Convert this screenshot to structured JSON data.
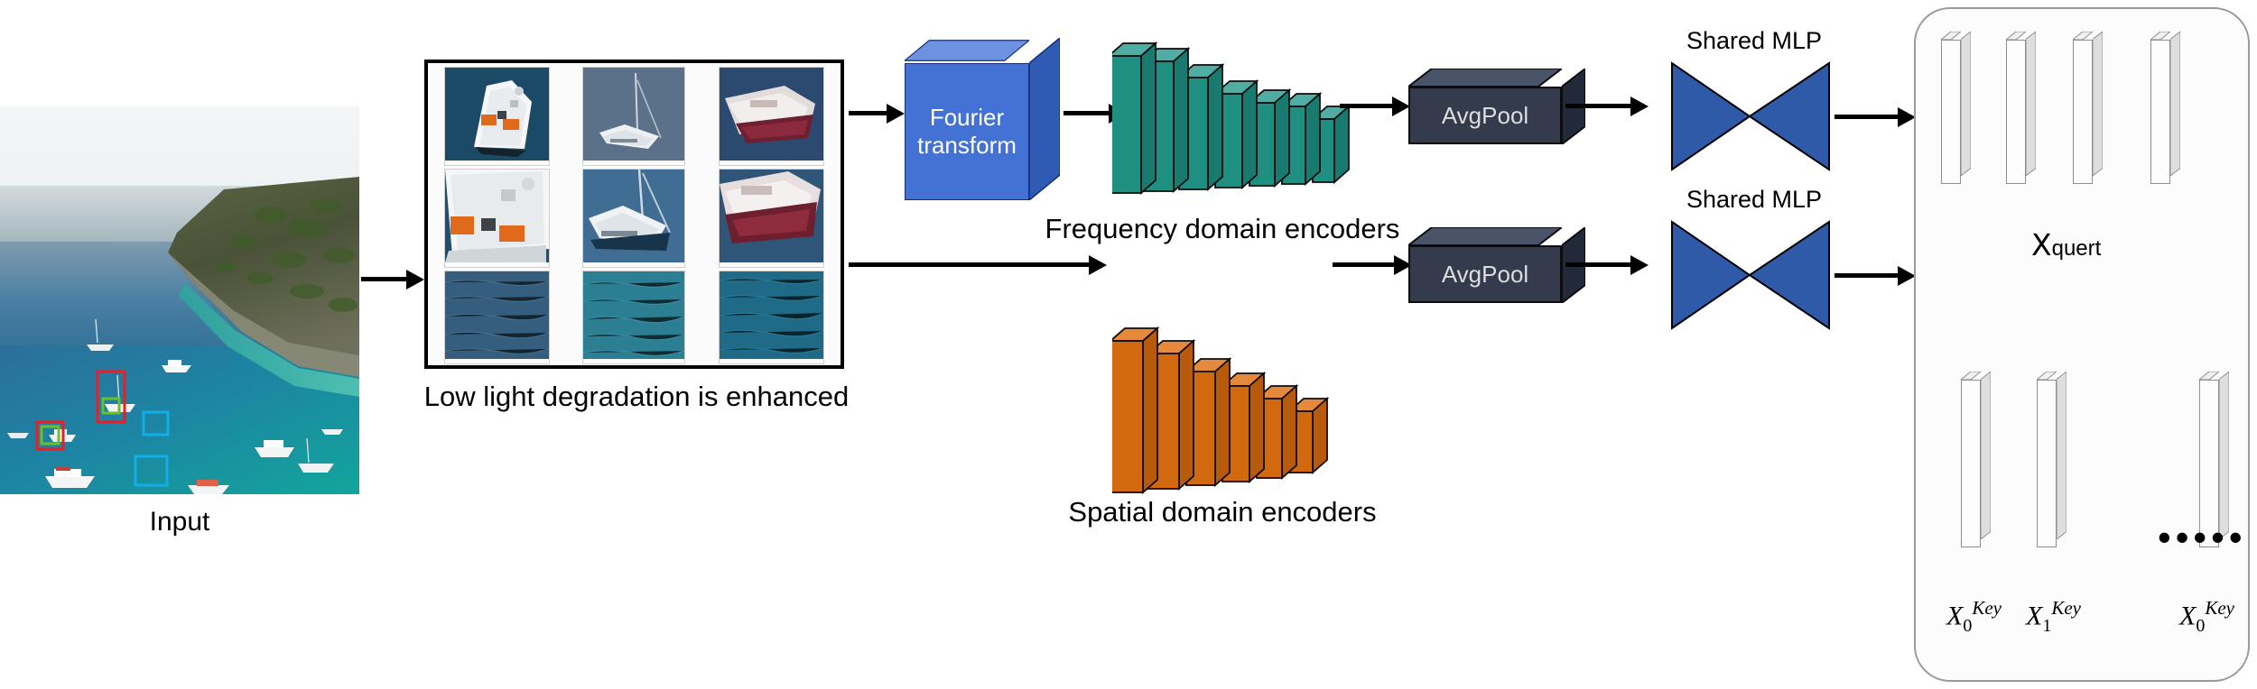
{
  "figure": {
    "type": "architecture-diagram",
    "title": "Frequency and spatial dual-domain encoder pipeline"
  },
  "input": {
    "label": "Input",
    "image_description": "Aerial photo of a coastal bay with moored boats",
    "annotation_boxes": [
      {
        "color": "#ee1c24",
        "name": "red-box-1"
      },
      {
        "color": "#ee1c24",
        "name": "red-box-2"
      },
      {
        "color": "#6abf2a",
        "name": "green-box-1"
      },
      {
        "color": "#6abf2a",
        "name": "green-box-2"
      },
      {
        "color": "#13aee8",
        "name": "cyan-box-1"
      },
      {
        "color": "#13aee8",
        "name": "cyan-box-2"
      },
      {
        "color": "#13aee8",
        "name": "cyan-box-3"
      }
    ]
  },
  "patch_grid": {
    "caption": "Low light degradation is enhanced",
    "rows": 3,
    "cols": 3,
    "patches": [
      [
        "boat-bright-crop",
        "sailboat-crop",
        "redhull-boat-crop"
      ],
      [
        "boat-zoom-crop",
        "sailboat-zoom-crop",
        "redhull-zoom-crop"
      ],
      [
        "water-crop-1",
        "water-crop-2",
        "water-crop-3"
      ]
    ]
  },
  "fourier": {
    "line1": "Fourier",
    "line2": "transform",
    "color": "#4472d4"
  },
  "encoders": {
    "frequency": {
      "label": "Frequency domain encoders",
      "color": "#1f8f82",
      "slab_count": 7,
      "slab_heights": [
        130,
        122,
        104,
        88,
        80,
        70,
        58
      ]
    },
    "spatial": {
      "label": "Spatial domain encoders",
      "color": "#d2690f",
      "slab_count": 6,
      "slab_heights": [
        140,
        128,
        110,
        96,
        82,
        68
      ]
    }
  },
  "avgpool": {
    "label": "AvgPool",
    "color": "#333b4d"
  },
  "mlp": {
    "label": "Shared MLP",
    "color": "#2f5aa8"
  },
  "right_panel": {
    "query": {
      "label_base": "X",
      "label_sup": "quert",
      "bar_count": 4
    },
    "keys": {
      "ellipsis": "•••••",
      "bars": [
        {
          "base": "X",
          "sub": "0",
          "sup": "Key"
        },
        {
          "base": "X",
          "sub": "1",
          "sup": "Key"
        },
        {
          "base": "X",
          "sub": "0",
          "sup": "Key"
        }
      ]
    }
  },
  "arrows": [
    {
      "name": "input-to-grid"
    },
    {
      "name": "grid-to-fourier"
    },
    {
      "name": "fourier-to-freq-encoder"
    },
    {
      "name": "freq-encoder-to-avgpool"
    },
    {
      "name": "freq-avgpool-to-mlp"
    },
    {
      "name": "freq-mlp-to-panel"
    },
    {
      "name": "grid-to-spatial-encoder"
    },
    {
      "name": "spatial-encoder-to-avgpool"
    },
    {
      "name": "spatial-avgpool-to-mlp"
    },
    {
      "name": "spatial-mlp-to-panel"
    }
  ]
}
